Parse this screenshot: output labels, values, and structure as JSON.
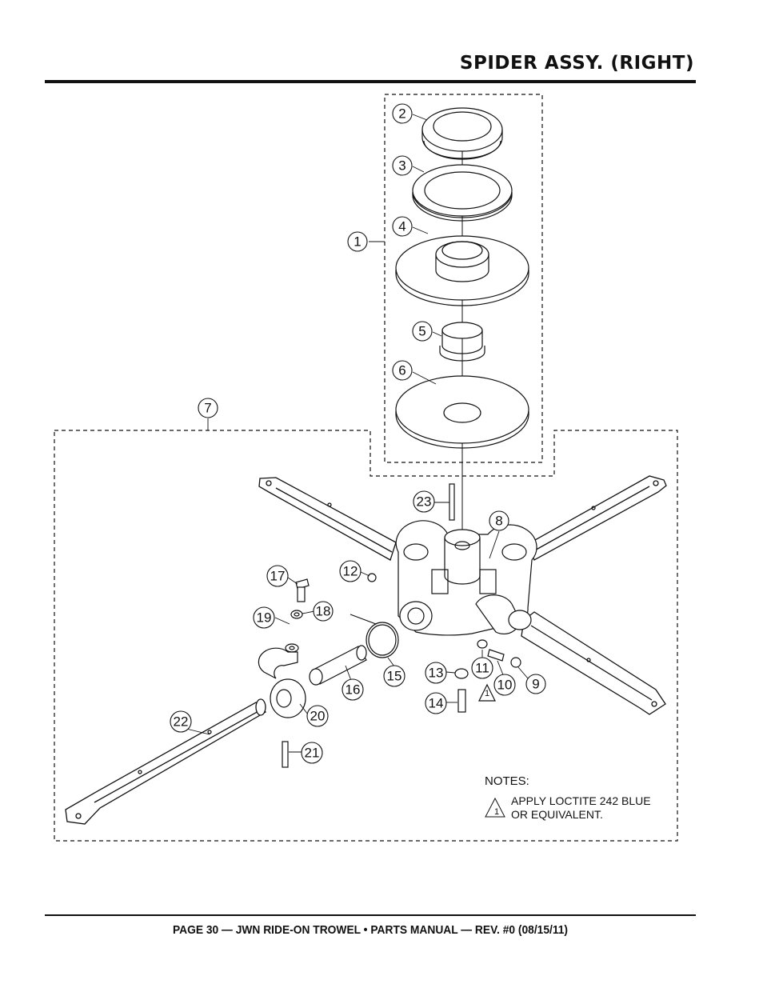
{
  "header": {
    "title": "SPIDER ASSY. (RIGHT)"
  },
  "footer": {
    "text": "PAGE 30 — JWN RIDE-ON TROWEL • PARTS MANUAL — REV. #0 (08/15/11)"
  },
  "notes": {
    "heading": "NOTES:",
    "items": [
      {
        "marker": "1",
        "text_line1": "APPLY LOCTITE 242 BLUE",
        "text_line2": "OR EQUIVALENT."
      }
    ]
  },
  "diagram": {
    "callouts": [
      "1",
      "2",
      "3",
      "4",
      "5",
      "6",
      "7",
      "8",
      "9",
      "10",
      "11",
      "12",
      "13",
      "14",
      "15",
      "16",
      "17",
      "18",
      "19",
      "20",
      "21",
      "22",
      "23"
    ],
    "loctite_marker": "1"
  }
}
